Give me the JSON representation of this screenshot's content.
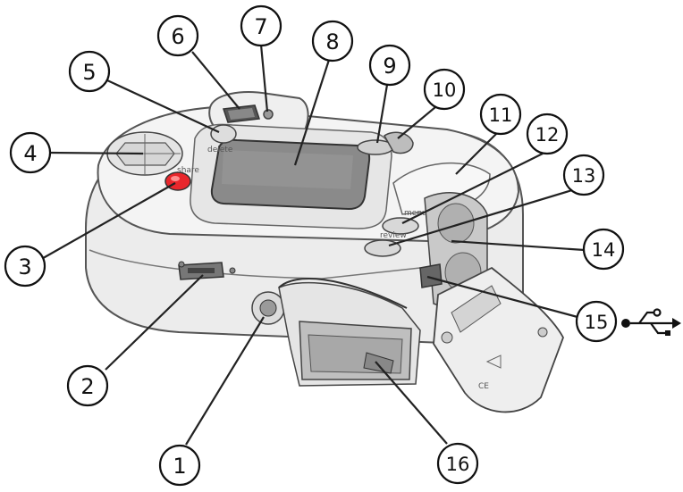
{
  "diagram": {
    "type": "camera-part-callouts",
    "callouts": [
      {
        "label": "1",
        "part": "tripod-socket"
      },
      {
        "label": "2",
        "part": "dock-connector"
      },
      {
        "label": "3",
        "part": "share-button"
      },
      {
        "label": "4",
        "part": "four-way-joystick"
      },
      {
        "label": "5",
        "part": "delete-button"
      },
      {
        "label": "6",
        "part": "viewfinder"
      },
      {
        "label": "7",
        "part": "ready-light"
      },
      {
        "label": "8",
        "part": "lcd-screen"
      },
      {
        "label": "9",
        "part": "flash-button"
      },
      {
        "label": "10",
        "part": "mode-dial"
      },
      {
        "label": "11",
        "part": "grip"
      },
      {
        "label": "12",
        "part": "menu-button"
      },
      {
        "label": "13",
        "part": "review-button"
      },
      {
        "label": "14",
        "part": "battery-compartment"
      },
      {
        "label": "15",
        "part": "usb-port"
      },
      {
        "label": "16",
        "part": "memory-card-slot"
      }
    ]
  },
  "body_labels": {
    "delete": "delete",
    "share": "share",
    "menu": "menu",
    "review": "review"
  },
  "icons": {
    "usb": "usb-icon"
  }
}
